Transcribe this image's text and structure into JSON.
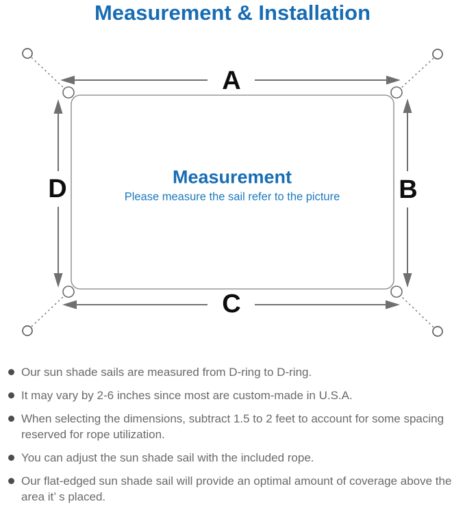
{
  "title": "Measurement & Installation",
  "diagram": {
    "labels": {
      "top": "A",
      "right": "B",
      "bottom": "C",
      "left": "D"
    },
    "center_title": "Measurement",
    "center_subtitle": "Please measure the sail refer to the picture"
  },
  "bullets": [
    "Our sun shade sails are measured from D-ring to D-ring.",
    "It may vary by 2-6 inches since most are custom-made in U.S.A.",
    "When selecting the dimensions, subtract 1.5 to 2 feet to account for some spacing reserved for rope utilization.",
    "You can adjust the sun shade sail with the included rope.",
    "Our flat-edged sun shade sail will provide an optimal amount of coverage above the area it’ s placed."
  ],
  "colors": {
    "accent_blue": "#176cb4",
    "subtitle_blue": "#1b79bd",
    "line_gray": "#6f6f6f",
    "outline_gray": "#999999",
    "text_gray": "#696969",
    "label_black": "#0d0d0d"
  }
}
